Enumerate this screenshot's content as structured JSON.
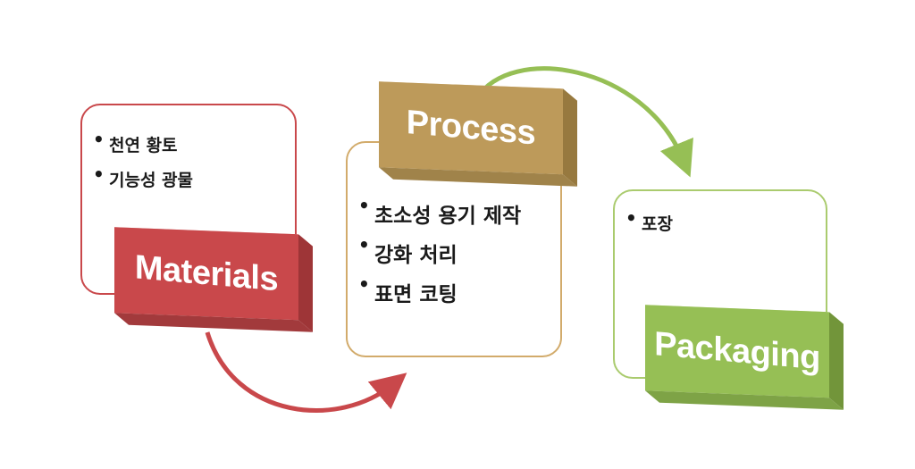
{
  "colors": {
    "materials": "#c9484b",
    "process": "#bd9a5a",
    "packaging": "#96bf55"
  },
  "stages": {
    "materials": {
      "title": "Materials",
      "items": [
        "천연 황토",
        "기능성 광물"
      ]
    },
    "process": {
      "title": "Process",
      "items": [
        "초소성 용기 제작",
        "강화 처리",
        "표면 코팅"
      ]
    },
    "packaging": {
      "title": "Packaging",
      "items": [
        "포장"
      ]
    }
  },
  "bullet": "•"
}
